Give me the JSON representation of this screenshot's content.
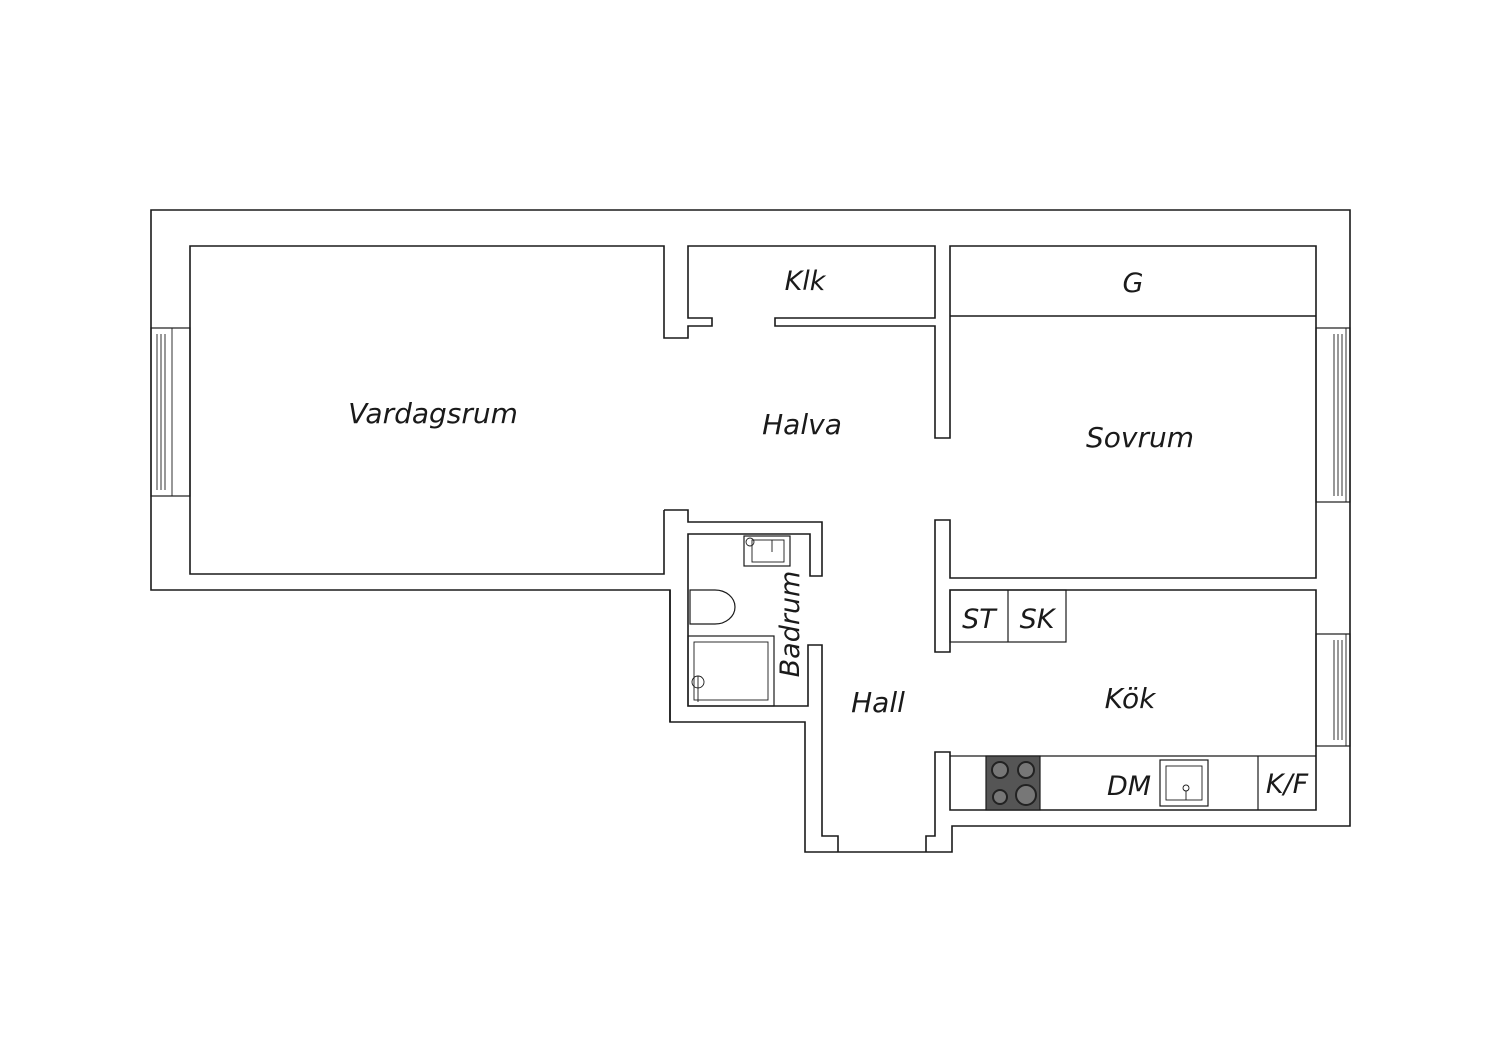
{
  "rooms": {
    "living": "Vardagsrum",
    "closet": "Klk",
    "wardrobe": "G",
    "hallway_upper": "Halva",
    "bedroom": "Sovrum",
    "bathroom": "Badrum",
    "hall": "Hall",
    "kitchen": "Kök"
  },
  "fixtures": {
    "st": "ST",
    "sk": "SK",
    "dm": "DM",
    "kf": "K/F"
  },
  "colors": {
    "line": "#1a1a1a",
    "background": "#ffffff",
    "stove": "#555555"
  }
}
